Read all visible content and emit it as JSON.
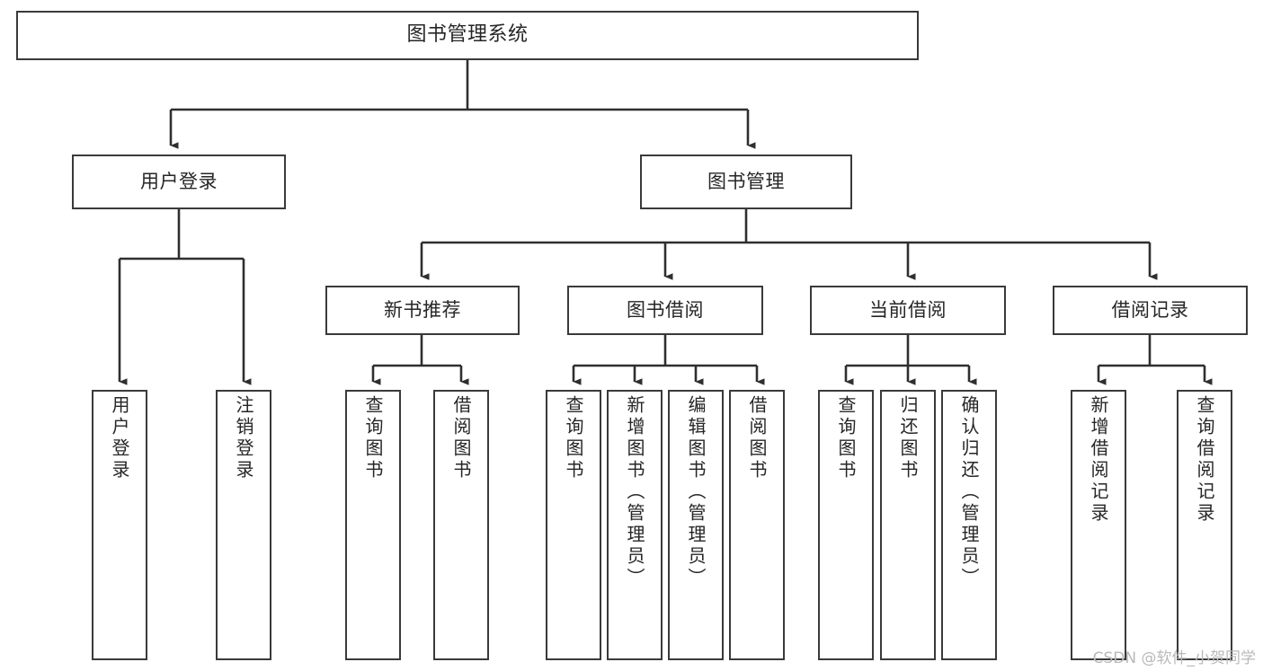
{
  "diagram": {
    "type": "tree",
    "title": "图书管理系统",
    "orientation": "top-down",
    "colors": {
      "box_border": "#3a3a3a",
      "box_fill": "#ffffff",
      "connector": "#2f2f2f",
      "text": "#262626",
      "watermark": "#b9b9b9",
      "background": "#ffffff"
    },
    "nodes": {
      "root": {
        "label": "图书管理系统"
      },
      "level2": [
        {
          "id": "user-login",
          "label": "用户登录"
        },
        {
          "id": "book-manage",
          "label": "图书管理"
        }
      ],
      "level3": [
        {
          "id": "new-book-recommend",
          "label": "新书推荐"
        },
        {
          "id": "book-borrow",
          "label": "图书借阅"
        },
        {
          "id": "current-borrow",
          "label": "当前借阅"
        },
        {
          "id": "borrow-record",
          "label": "借阅记录"
        }
      ],
      "leaves": {
        "user_login": [
          {
            "id": "leaf-user-login",
            "label": "用户登录"
          },
          {
            "id": "leaf-user-logout",
            "label": "注销登录"
          }
        ],
        "new_book_recommend": [
          {
            "id": "leaf-query-book-1",
            "label": "查询图书"
          },
          {
            "id": "leaf-borrow-book-1",
            "label": "借阅图书"
          }
        ],
        "book_borrow": [
          {
            "id": "leaf-query-book-2",
            "label": "查询图书"
          },
          {
            "id": "leaf-add-book",
            "label": "新增图书（管理员）"
          },
          {
            "id": "leaf-edit-book",
            "label": "编辑图书（管理员）"
          },
          {
            "id": "leaf-borrow-book-2",
            "label": "借阅图书"
          }
        ],
        "current_borrow": [
          {
            "id": "leaf-query-book-3",
            "label": "查询图书"
          },
          {
            "id": "leaf-return-book",
            "label": "归还图书"
          },
          {
            "id": "leaf-confirm-return",
            "label": "确认归还（管理员）"
          }
        ],
        "borrow_record": [
          {
            "id": "leaf-add-record",
            "label": "新增借阅记录"
          },
          {
            "id": "leaf-query-record",
            "label": "查询借阅记录"
          }
        ]
      }
    }
  },
  "watermark": {
    "text": "CSDN @软件_小贺同学"
  }
}
